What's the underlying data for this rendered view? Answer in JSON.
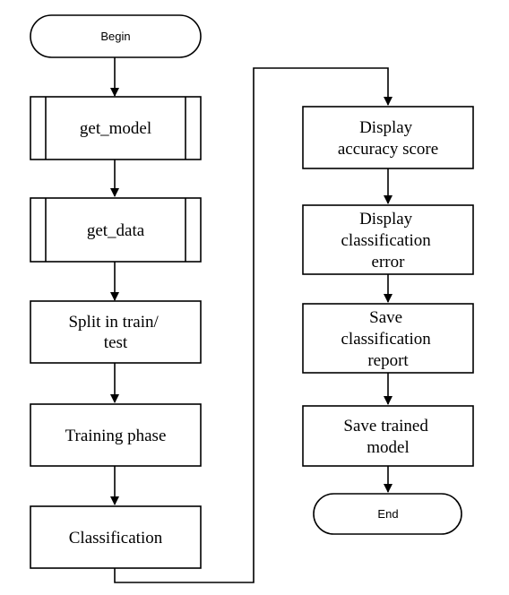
{
  "flowchart": {
    "begin": "Begin",
    "get_model": "get_model",
    "get_data": "get_data",
    "split": [
      "Split in train/",
      "test"
    ],
    "training": "Training phase",
    "classification": "Classification",
    "accuracy": [
      "Display",
      "accuracy score"
    ],
    "error": [
      "Display",
      "classification",
      "error"
    ],
    "report": [
      "Save",
      "classification",
      "report"
    ],
    "save_model": [
      "Save trained",
      "model"
    ],
    "end": "End"
  }
}
